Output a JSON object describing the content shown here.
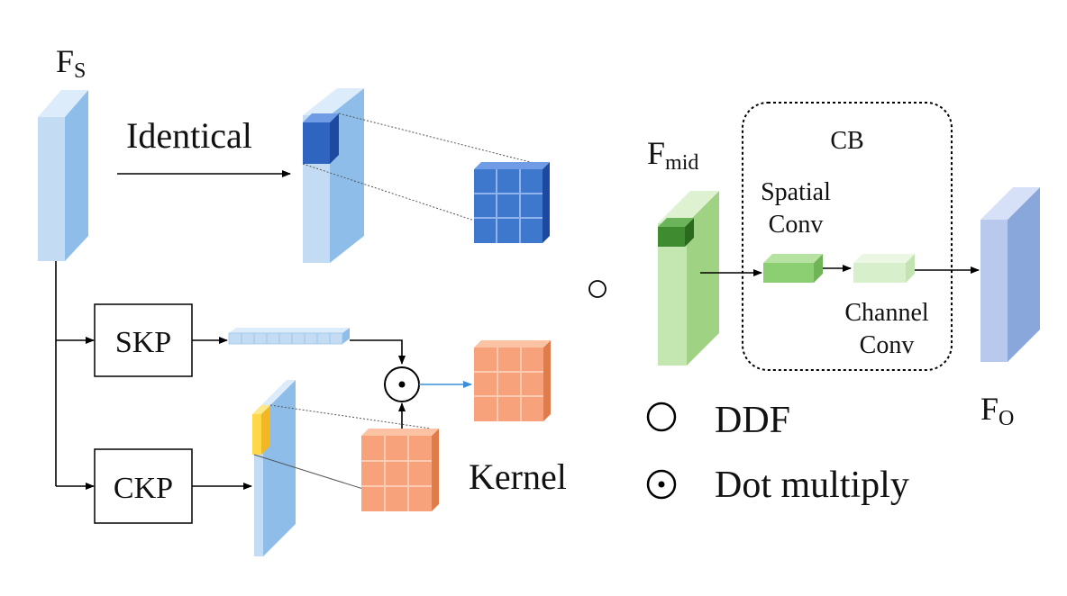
{
  "labels": {
    "fs_main": "F",
    "fs_sub": "S",
    "identical": "Identical",
    "skp": "SKP",
    "ckp": "CKP",
    "kernel": "Kernel",
    "fmid_main": "F",
    "fmid_sub": "mid",
    "cb": "CB",
    "spatial_line1": "Spatial",
    "spatial_line2": "Conv",
    "channel_line1": "Channel",
    "channel_line2": "Conv",
    "fo_main": "F",
    "fo_sub": "O",
    "ddf_symbol": "○",
    "legend_ddf": "DDF",
    "legend_dot": "Dot multiply"
  },
  "colors": {
    "feature_blue_front": "#c3dcf3",
    "feature_blue_side": "#8dbde8",
    "cube_blue": "#3d78cd",
    "cube_orange": "#f8a27b",
    "highlight_yellow": "#ffd84a",
    "green_light": "#b8e0a0",
    "green_dark": "#3e8c2f",
    "output_purple": "#9ab3e3"
  }
}
